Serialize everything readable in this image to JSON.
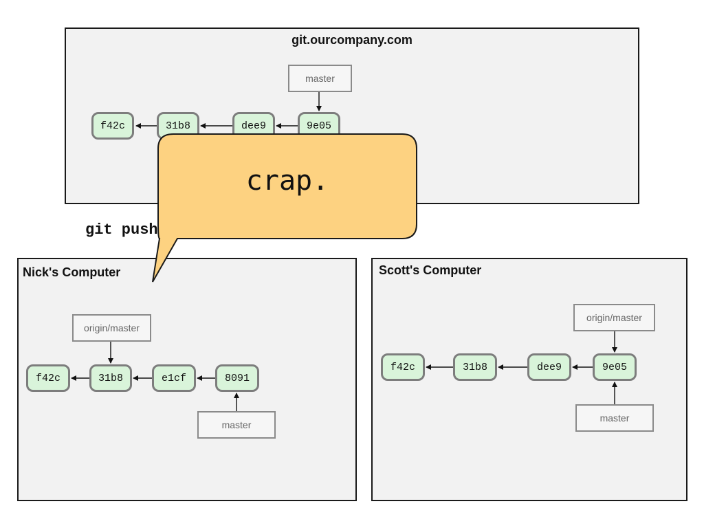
{
  "server": {
    "title": "git.ourcompany.com",
    "commits": [
      "f42c",
      "31b8",
      "dee9",
      "9e05"
    ],
    "master_label": "master"
  },
  "command": "git push",
  "nick": {
    "title": "Nick's Computer",
    "commits": [
      "f42c",
      "31b8",
      "e1cf",
      "8091"
    ],
    "origin_master_label": "origin/master",
    "master_label": "master"
  },
  "scott": {
    "title": "Scott's Computer",
    "commits": [
      "f42c",
      "31b8",
      "dee9",
      "9e05"
    ],
    "origin_master_label": "origin/master",
    "master_label": "master"
  },
  "bubble": {
    "text": "crap.",
    "fill_color": "#fdd281",
    "border_color": "#1a1a1a"
  },
  "colors": {
    "commit_fill": "#d9f4da",
    "commit_border": "#7d7d7d",
    "panel_fill": "#f2f2f2"
  }
}
